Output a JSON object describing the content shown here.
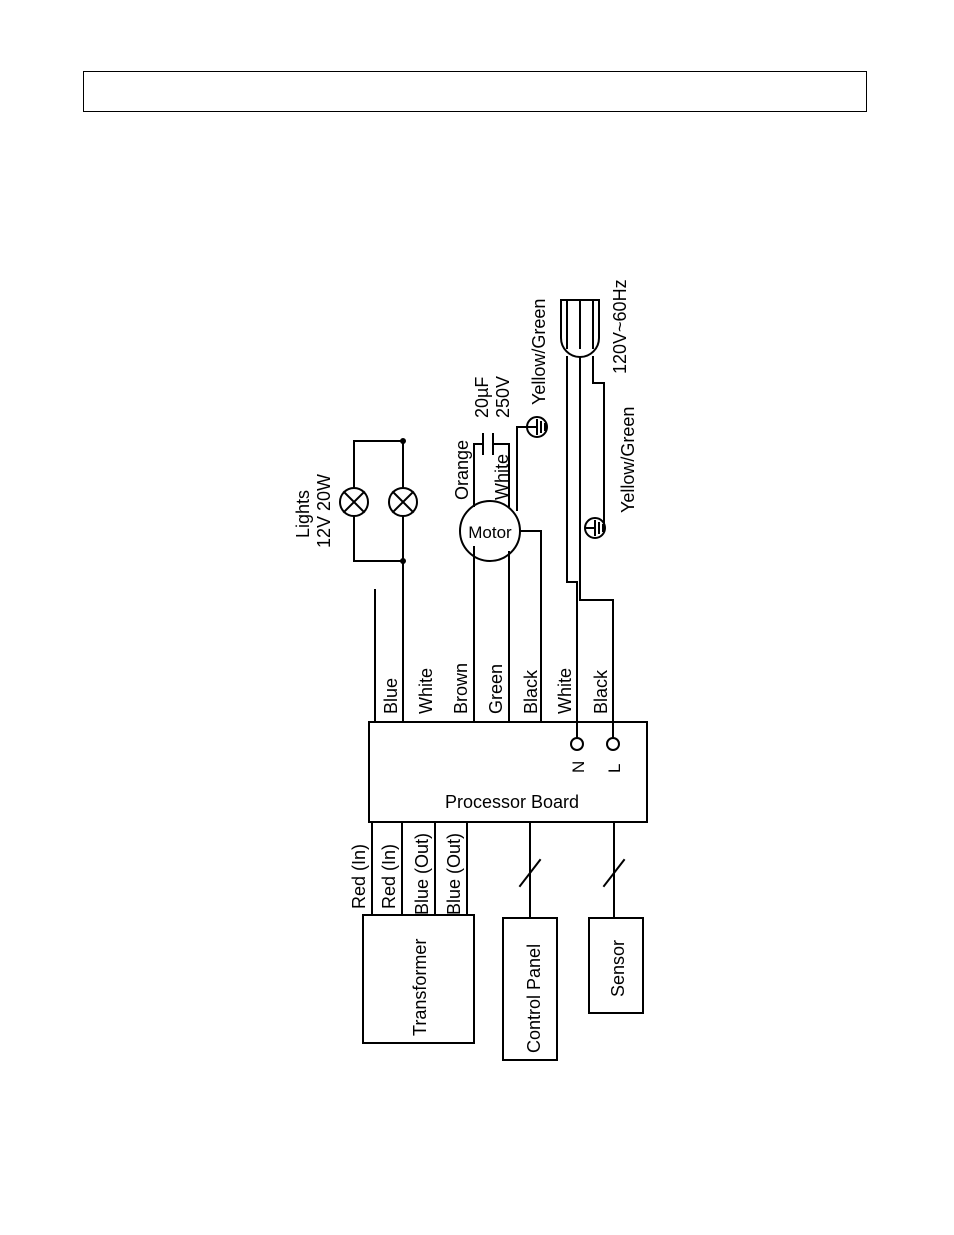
{
  "header": {
    "title": ""
  },
  "diagram": {
    "lights": {
      "line1": "Lights",
      "line2": "12V 20W"
    },
    "capacitor": {
      "line1": "20µF",
      "line2": "250V"
    },
    "motor": "Motor",
    "plug": "120V~60Hz",
    "ground_labels": [
      "Yellow/Green",
      "Yellow/Green"
    ],
    "motor_wires": [
      "Orange",
      "White"
    ],
    "board": {
      "label": "Processor Board",
      "terminal_n": "N",
      "terminal_l": "L"
    },
    "board_top_wires": [
      "Blue",
      "White",
      "Brown",
      "Green",
      "Black",
      "White",
      "Black"
    ],
    "board_bottom_wires": [
      "Red (In)",
      "Red (In)",
      "Blue (Out)",
      "Blue (Out)"
    ],
    "transformer": "Transformer",
    "control_panel": "Control Panel",
    "sensor": "Sensor"
  }
}
